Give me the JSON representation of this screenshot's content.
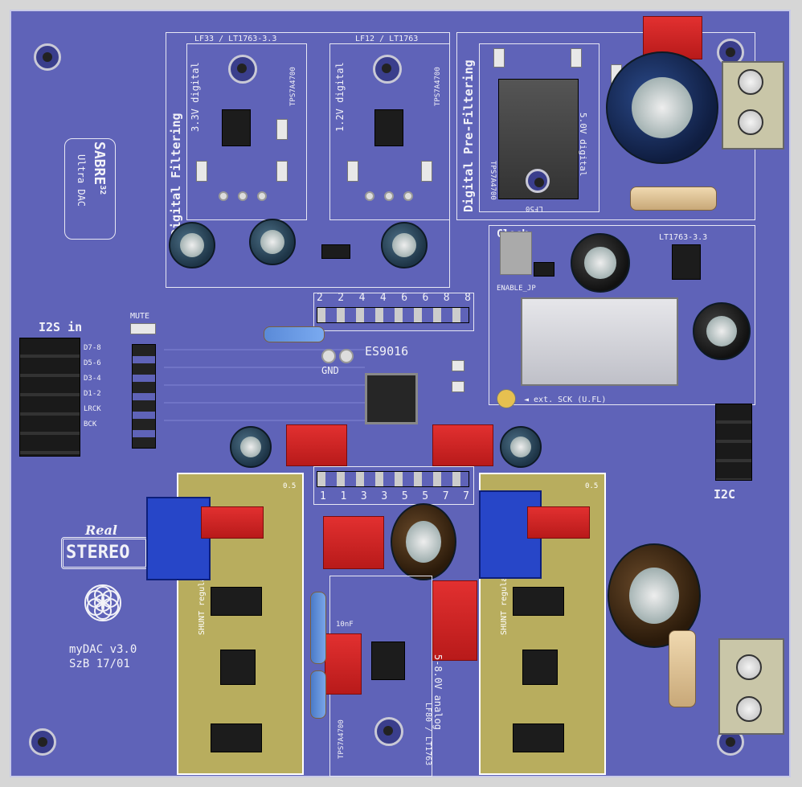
{
  "board": {
    "title": "myDAC v3.0",
    "author_date": "SzB 17/01",
    "logo_sabre": "SABRE",
    "logo_sabre_sup": "32",
    "logo_ultra": "Ultra DAC",
    "logo_real": "Real",
    "logo_stereo": "STEREO"
  },
  "sections": {
    "digital_filtering": "Digital Filtering",
    "digital_prefiltering": "Digital Pre-Filtering",
    "clock": "Clock",
    "i2s_in": "I2S in",
    "i2c": "I2C",
    "mute": "MUTE",
    "gnd": "GND",
    "chip": "ES9016",
    "enable_jp": "ENABLE_JP",
    "ext_sck": "◄ ext. SCK (U.FL)"
  },
  "regulators": {
    "reg1_title": "LF33 / LT1763-3.3",
    "reg1_side": "3.3V digital",
    "reg1_part": "TPS7A4700",
    "reg2_title": "LF12 / LT1763",
    "reg2_side": "1.2V digital",
    "reg2_part": "TPS7A4700",
    "reg3_side": "5.0V digital",
    "reg3_part": "TPS7A4700",
    "reg3_bottom": "LF50",
    "reg4_title": "LT1763-3.3",
    "reg5_title": "LF80 / LT1763",
    "reg5_side": "5-8.0V analog",
    "reg5_part": "TPS7A4700",
    "cap_10nf": "10nF",
    "shunt": "SHUNT regulator v0.5",
    "shunt_ver": "0.5"
  },
  "i2s_pins": [
    "D7-8",
    "D5-6",
    "D3-4",
    "D1-2",
    "LRCK",
    "BCK"
  ],
  "top_header_numbers": [
    "2",
    "2",
    "4",
    "4",
    "6",
    "6",
    "8",
    "8"
  ],
  "bottom_header_numbers": [
    "1",
    "1",
    "3",
    "3",
    "5",
    "5",
    "7",
    "7"
  ],
  "colors": {
    "pcb": "#5f63b8",
    "silkscreen": "#f2f2f8",
    "red_component": "#d42626",
    "shunt_pcb": "#b8ad5e"
  }
}
